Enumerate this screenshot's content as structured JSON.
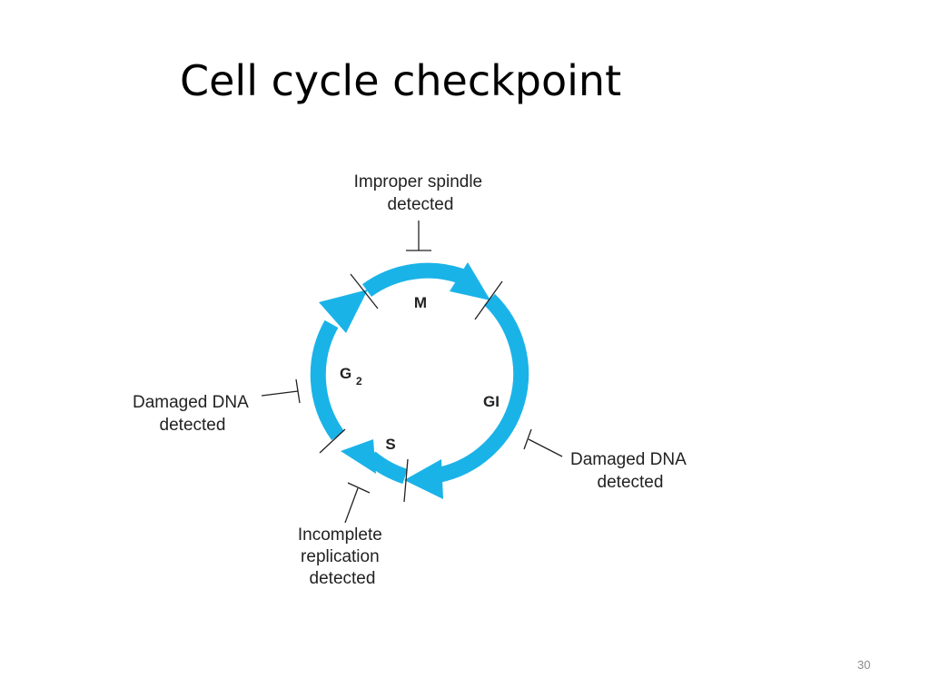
{
  "slide": {
    "title": "Cell cycle checkpoint",
    "page_number": "30"
  },
  "diagram": {
    "phases": {
      "m": "M",
      "g1": "GI",
      "s": "S",
      "g2_letter": "G",
      "g2_subscript": "2"
    },
    "checkpoints": {
      "top": {
        "line1": "Improper spindle",
        "line2": "detected"
      },
      "left": {
        "line1": "Damaged DNA",
        "line2": "detected"
      },
      "right": {
        "line1": "Damaged DNA",
        "line2": "detected"
      },
      "bottom": {
        "line1": "Incomplete",
        "line2": "replication",
        "line3": "detected"
      }
    },
    "colors": {
      "cycle_arrow": "#1ab3e8",
      "text": "#222222",
      "page_number": "#8a8a8a"
    }
  }
}
